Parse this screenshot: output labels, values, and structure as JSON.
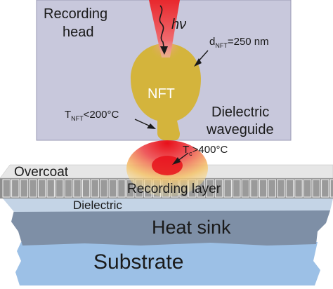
{
  "labels": {
    "recording_head_line1": "Recording",
    "recording_head_line2": "head",
    "photon": "hν",
    "dnft_main": "d",
    "dnft_sub": "NFT",
    "dnft_value": "=250 nm",
    "nft": "NFT",
    "tnft_main": "T",
    "tnft_sub": "NFT",
    "tnft_value": "<200°C",
    "dielectric_waveguide_line1": "Dielectric",
    "dielectric_waveguide_line2": "waveguide",
    "tc_main": "T",
    "tc_sub": "c",
    "tc_value": ">400°C",
    "overcoat": "Overcoat",
    "recording_layer": "Recording layer",
    "dielectric": "Dielectric",
    "heat_sink": "Heat sink",
    "substrate": "Substrate"
  },
  "colors": {
    "head_fill": "#c8c8dc",
    "nft_gold": "#d4b43c",
    "laser_red": "#e8282d",
    "overcoat": "#e6e6e6",
    "recording_layer": "#8e8e8e",
    "dielectric_layer": "#c4d4e6",
    "heat_sink": "#7e8fa6",
    "substrate": "#9cc0e6"
  }
}
